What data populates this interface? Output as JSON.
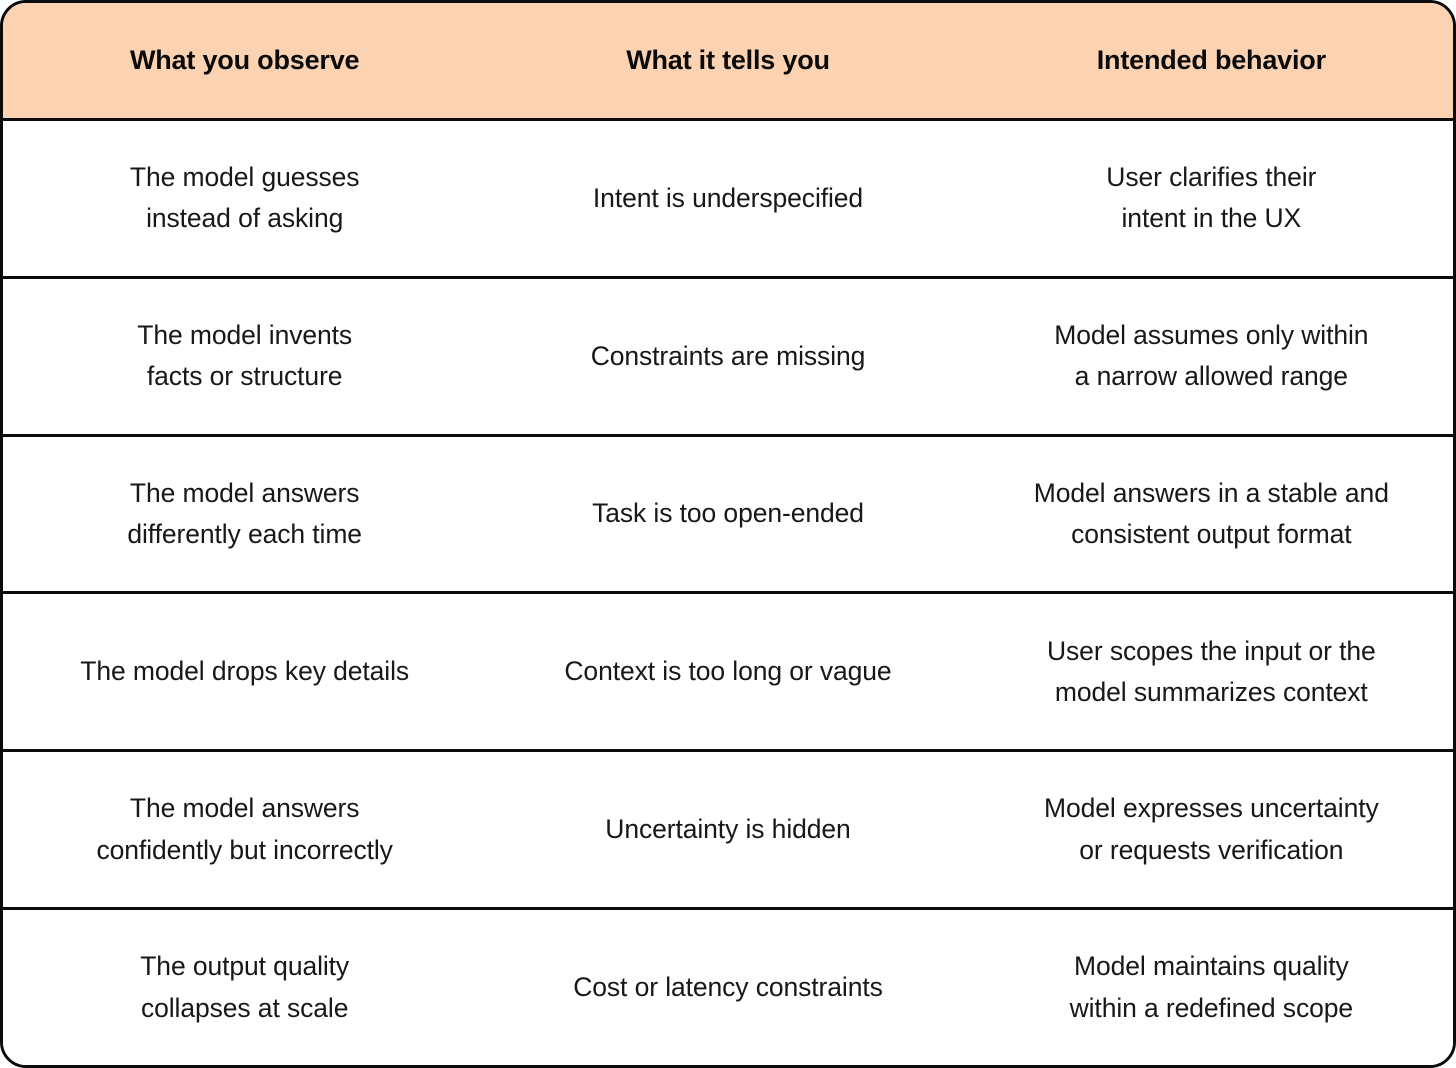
{
  "table": {
    "accent_header_bg": "#fbd3b3",
    "border_color": "#0b0b0b",
    "text_color": "#16181a",
    "columns": [
      {
        "key": "observe",
        "label": "What you observe"
      },
      {
        "key": "tells",
        "label": "What it tells you"
      },
      {
        "key": "intended",
        "label": "Intended behavior"
      }
    ],
    "rows": [
      {
        "observe": "The model guesses\ninstead of asking",
        "tells": "Intent is underspecified",
        "intended": "User clarifies their\nintent in the UX"
      },
      {
        "observe": "The model invents\nfacts or structure",
        "tells": "Constraints are missing",
        "intended": "Model assumes only within\na narrow allowed range"
      },
      {
        "observe": "The model answers\ndifferently each time",
        "tells": "Task is too open-ended",
        "intended": "Model answers in a stable and\nconsistent output format"
      },
      {
        "observe": "The model drops key details",
        "tells": "Context is too long or vague",
        "intended": "User scopes the input or the\nmodel summarizes context"
      },
      {
        "observe": "The model answers\nconfidently but incorrectly",
        "tells": "Uncertainty is hidden",
        "intended": "Model expresses uncertainty\nor requests verification"
      },
      {
        "observe": "The output quality\ncollapses at scale",
        "tells": "Cost or latency constraints",
        "intended": "Model maintains quality\nwithin a redefined scope"
      }
    ]
  }
}
